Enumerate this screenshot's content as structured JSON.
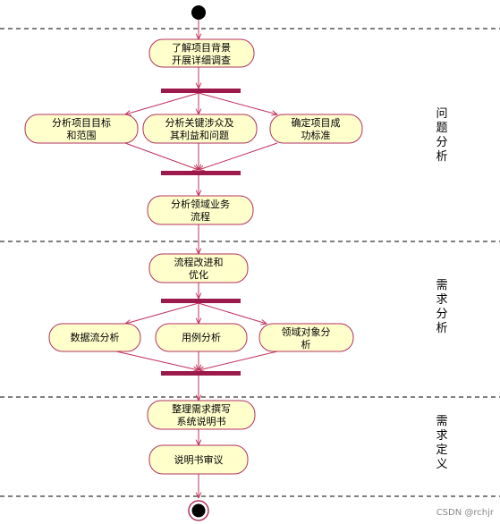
{
  "colors": {
    "node_fill": "#ffffcc",
    "node_stroke": "#b03060",
    "bar": "#9b1a4b",
    "line": "#c0305a",
    "start": "#000000",
    "divider": "#000000"
  },
  "activities": {
    "a1": [
      "了解项目背景",
      "开展详细调查"
    ],
    "a2": [
      "分析项目目标",
      "和范围"
    ],
    "a3": [
      "分析关键涉众及",
      "其利益和问题"
    ],
    "a4": [
      "确定项目成",
      "功标准"
    ],
    "a5": [
      "分析领域业务",
      "流程"
    ],
    "a6": [
      "流程改进和",
      "优化"
    ],
    "a7": [
      "数据流分析"
    ],
    "a8": [
      "用例分析"
    ],
    "a9": [
      "领域对象分",
      "析"
    ],
    "a10": [
      "整理需求撰写",
      "系统说明书"
    ],
    "a11": [
      "说明书审议"
    ]
  },
  "lanes": {
    "lane1": [
      "问",
      "题",
      "分",
      "析"
    ],
    "lane2": [
      "需",
      "求",
      "分",
      "析"
    ],
    "lane3": [
      "需",
      "求",
      "定",
      "义"
    ]
  },
  "watermark": "CSDN @rchjr"
}
